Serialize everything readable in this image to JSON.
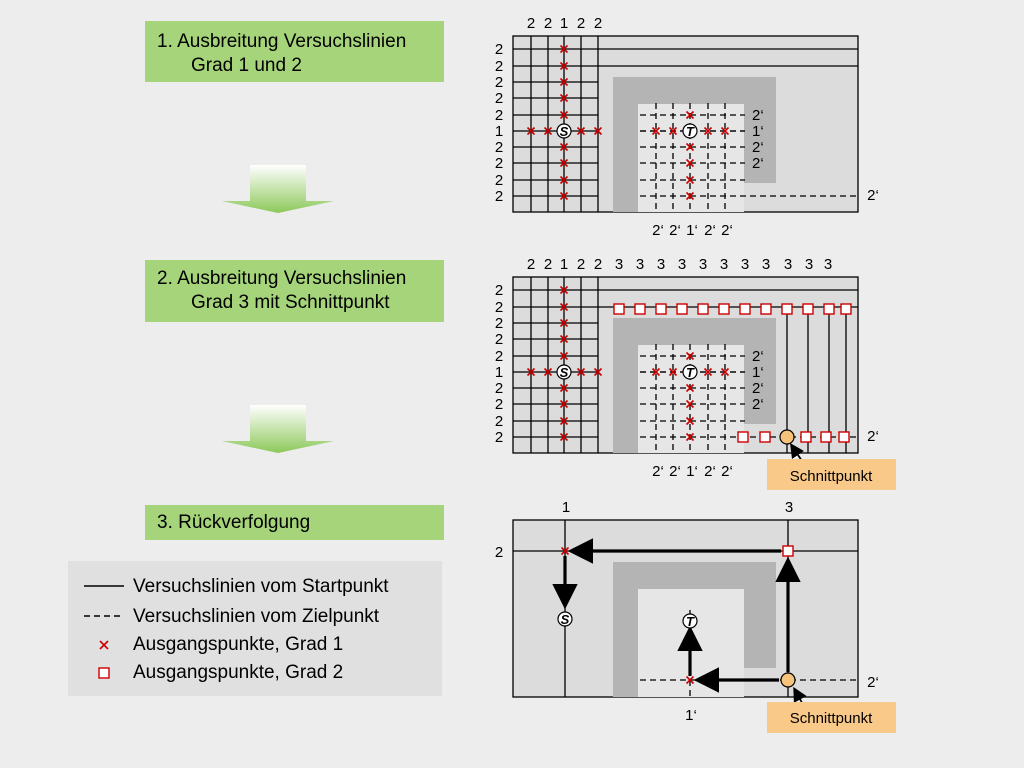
{
  "steps": [
    {
      "line1": "1. Ausbreitung Versuchslinien",
      "line2": "Grad 1 und 2"
    },
    {
      "line1": "2. Ausbreitung Versuchslinien",
      "line2": "Grad 3 mit Schnittpunkt"
    },
    {
      "line1": "3. Rückverfolgung"
    }
  ],
  "legend": {
    "items": [
      {
        "label": "Versuchslinien vom Startpunkt",
        "symbol": "solid-line"
      },
      {
        "label": "Versuchslinien vom Zielpunkt",
        "symbol": "dashed-line"
      },
      {
        "label": "Ausgangspunkte, Grad 1",
        "symbol": "red-x"
      },
      {
        "label": "Ausgangspunkte, Grad 2",
        "symbol": "red-square"
      }
    ]
  },
  "panel1": {
    "top_labels": [
      "2",
      "2",
      "1",
      "2",
      "2"
    ],
    "left_labels": [
      "2",
      "2",
      "2",
      "2",
      "2",
      "1",
      "2",
      "2",
      "2",
      "2"
    ],
    "inner_right_labels": [
      "2‘",
      "1‘",
      "2‘",
      "2‘"
    ],
    "bottom_labels": [
      "2‘",
      "2‘",
      "1‘",
      "2‘",
      "2‘"
    ],
    "right_label": "2‘",
    "start_label": "S",
    "target_label": "T"
  },
  "panel2": {
    "top_labels": [
      "2",
      "2",
      "1",
      "2",
      "2",
      "3",
      "3",
      "3",
      "3",
      "3",
      "3",
      "3",
      "3",
      "3",
      "3",
      "3"
    ],
    "left_labels": [
      "2",
      "2",
      "2",
      "2",
      "2",
      "1",
      "2",
      "2",
      "2",
      "2"
    ],
    "inner_right_labels": [
      "2‘",
      "1‘",
      "2‘",
      "2‘"
    ],
    "bottom_labels": [
      "2‘",
      "2‘",
      "1‘",
      "2‘",
      "2‘"
    ],
    "right_label": "2‘",
    "callout": "Schnittpunkt",
    "start_label": "S",
    "target_label": "T"
  },
  "panel3": {
    "top_labels": [
      "1",
      "3"
    ],
    "left_label": "2",
    "right_label": "2‘",
    "bottom_label": "1‘",
    "callout": "Schnittpunkt",
    "start_label": "S",
    "target_label": "T"
  },
  "colors": {
    "step_box": "#a6d47a",
    "background": "#ededed",
    "panel": "#dcdcdc",
    "obstacle": "#b4b4b4",
    "marker": "#cc0000",
    "callout": "#f9c98a",
    "intersection": "#f7c27a"
  }
}
